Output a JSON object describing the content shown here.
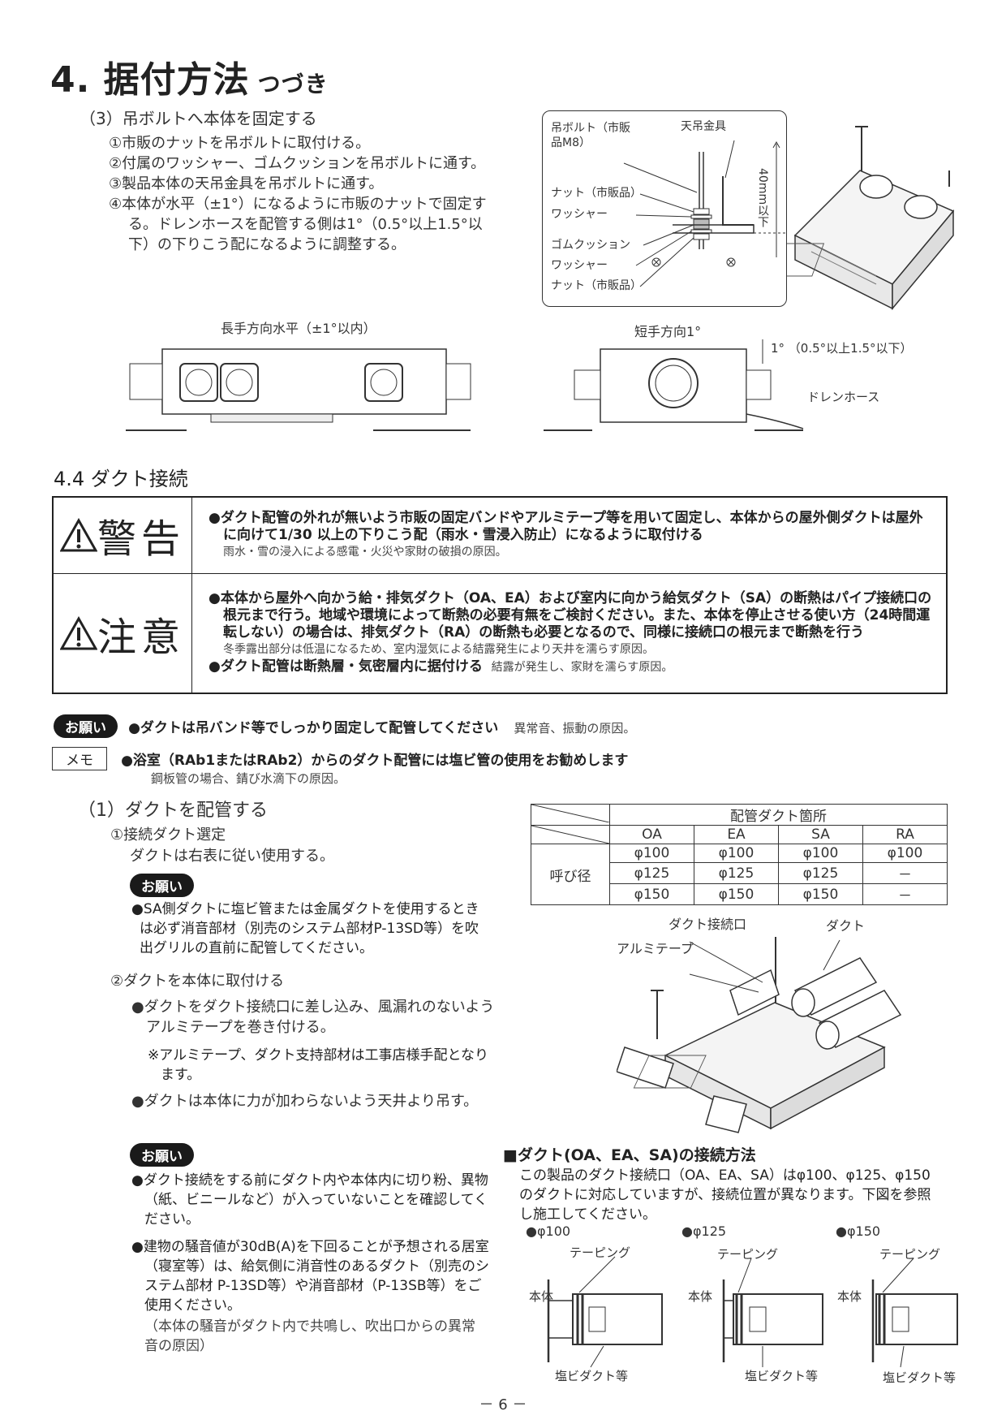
{
  "header": {
    "title": "4. 据付方法",
    "subtitle": "つづき"
  },
  "sec3": {
    "heading": "（3）吊ボルトへ本体を固定する",
    "steps": [
      "①市販のナットを吊ボルトに取付ける。",
      "②付属のワッシャー、ゴムクッションを吊ボルトに通す。",
      "③製品本体の天吊金具を吊ボルトに通す。",
      "④本体が水平（±1°）になるように市販のナットで固定する。ドレンホースを配管する側は1°（0.5°以上1.5°以下）の下りこう配になるように調整する。"
    ]
  },
  "fig1": {
    "bolt": "吊ボルト（市販品M8）",
    "bracket": "天吊金具",
    "nut_top": "ナット（市販品）",
    "washer_top": "ワッシャー",
    "cushion": "ゴムクッション",
    "washer_bottom": "ワッシャー",
    "nut_bottom": "ナット（市販品）",
    "length": "40mm以下"
  },
  "fig2": {
    "long_label": "長手方向水平（±1°以内）",
    "short_label": "短手方向1°",
    "slope": "1° （0.5°以上1.5°以下）",
    "drain": "ドレンホース"
  },
  "sec44": {
    "heading": "4.4 ダクト接続"
  },
  "warning": {
    "title": "警告",
    "text_bold": "●ダクト配管の外れが無いよう市販の固定バンドやアルミテープ等を用いて固定し、本体からの屋外側ダクトは屋外に向けて1/30 以上の下りこう配（雨水・雪浸入防止）になるように取付ける",
    "text_small": "雨水・雪の浸入による感電・火災や家財の破損の原因。"
  },
  "caution": {
    "title": "注意",
    "text_bold1": "●本体から屋外へ向かう給・排気ダクト（OA、EA）および室内に向かう給気ダクト（SA）の断熱はパイプ接続口の根元まで行う。地域や環境によって断熱の必要有無をご検討ください。また、本体を停止させる使い方（24時間運転しない）の場合は、排気ダクト（RA）の断熱も必要となるので、同様に接続口の根元まで断熱を行う",
    "text_small1": "冬季露出部分は低温になるため、室内湿気による結露発生により天井を濡らす原因。",
    "text_bold2": "●ダクト配管は断熱層・気密層内に据付ける",
    "text_small2": "結露が発生し、家財を濡らす原因。"
  },
  "request1": {
    "pill": "お願い",
    "text": "●ダクトは吊バンド等でしっかり固定して配管してください",
    "note": "異常音、振動の原因。"
  },
  "memo": {
    "label": "メモ",
    "text": "●浴室（RAb1またはRAb2）からのダクト配管には塩ビ管の使用をお勧めします",
    "note": "鋼板管の場合、錆び水滴下の原因。"
  },
  "sec1": {
    "heading": "（1）ダクトを配管する",
    "step1": "①接続ダクト選定",
    "step1_text": "ダクトは右表に従い使用する。",
    "req_pill": "お願い",
    "req_text": "●SA側ダクトに塩ビ管または金属ダクトを使用するときは必ず消音部材（別売のシステム部材P-13SD等）を吹出グリルの直前に配管してください。",
    "step2": "②ダクトを本体に取付ける",
    "bullet1": "●ダクトをダクト接続口に差し込み、風漏れのないようアルミテープを巻き付ける。",
    "note1": "※アルミテープ、ダクト支持部材は工事店様手配となります。",
    "bullet2": "●ダクトは本体に力が加わらないよう天井より吊す。",
    "req2_pill": "お願い",
    "req2_text1": "●ダクト接続をする前にダクト内や本体内に切り粉、異物（紙、ビニールなど）が入っていないことを確認してください。",
    "req2_text2": "●建物の騒音値が30dB(A)を下回ることが予想される居室（寝室等）は、給気側に消音性のあるダクト（別売のシステム部材 P-13SD等）や消音部材（P-13SB等）をご使用ください。",
    "req2_note": "（本体の騒音がダクト内で共鳴し、吹出口からの異常音の原因）"
  },
  "duct_table": {
    "header": "配管ダクト箇所",
    "row_label": "呼び径",
    "cols": [
      "OA",
      "EA",
      "SA",
      "RA"
    ],
    "rows": [
      [
        "φ100",
        "φ100",
        "φ100",
        "φ100"
      ],
      [
        "φ125",
        "φ125",
        "φ125",
        "－"
      ],
      [
        "φ150",
        "φ150",
        "φ150",
        "－"
      ]
    ]
  },
  "fig3": {
    "port": "ダクト接続口",
    "duct": "ダクト",
    "tape": "アルミテープ"
  },
  "conn": {
    "heading": "■ダクト(OA、EA、SA)の接続方法",
    "text": "この製品のダクト接続口（OA、EA、SA）はφ100、φ125、φ150のダクトに対応していますが、接続位置が異なります。下図を参照し施工してください。",
    "figs": [
      {
        "size": "●φ100",
        "taping": "テーピング",
        "body": "本体",
        "duct": "塩ビダクト等"
      },
      {
        "size": "●φ125",
        "taping": "テーピング",
        "body": "本体",
        "duct": "塩ビダクト等"
      },
      {
        "size": "●φ150",
        "taping": "テーピング",
        "body": "本体",
        "duct": "塩ビダクト等"
      }
    ]
  },
  "footer": {
    "page": "－ 6 －"
  }
}
